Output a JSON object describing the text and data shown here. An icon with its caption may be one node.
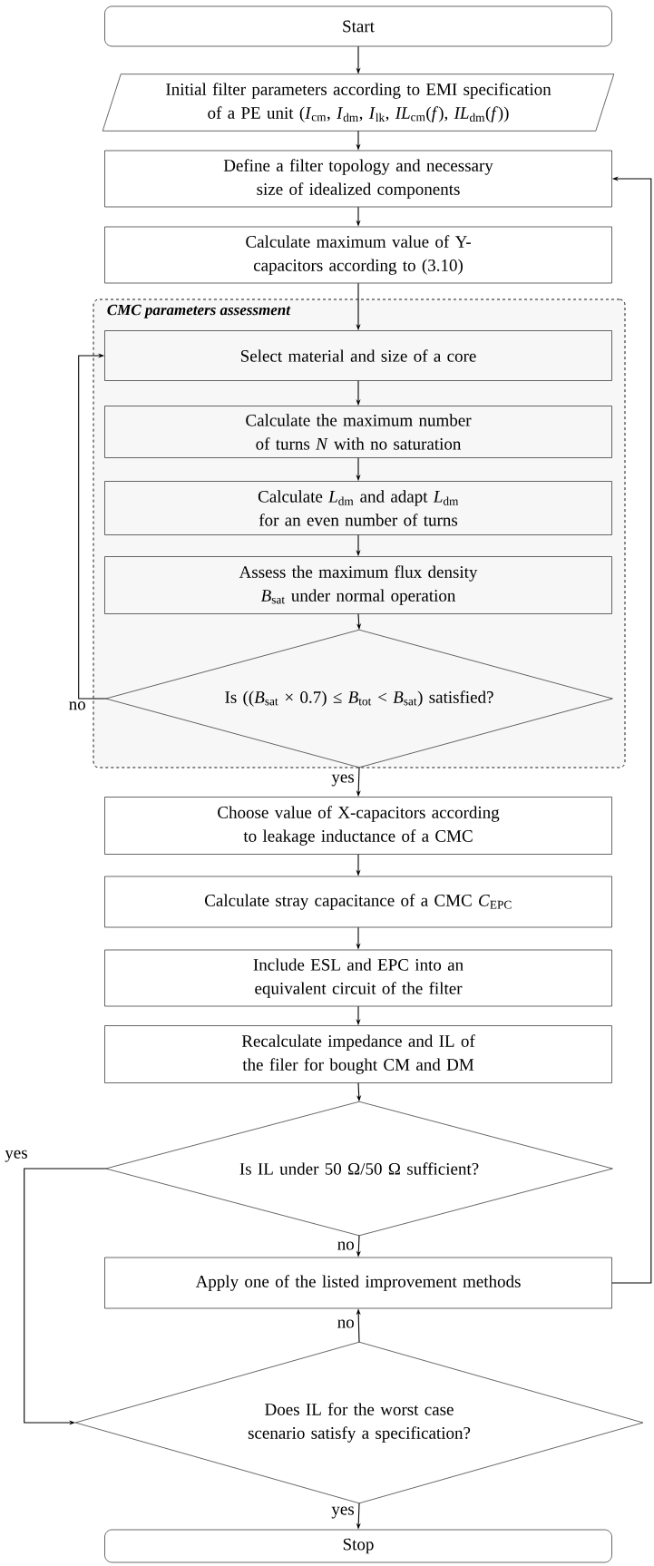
{
  "diagram": {
    "nodes": [
      {
        "text": [
          "Start"
        ]
      },
      {
        "text": [
          "Initial filter parameters according to EMI specification of a PE unit (*I*$_{cm}$, *I*$_{dm}$, *I*$_{lk}$, *IL*$_{cm}$(*f*), *IL*$_{dm}$(*f*))"
        ]
      },
      {
        "text": [
          "Define a filter topology and necessary size of idealized components"
        ]
      },
      {
        "text": [
          "Calculate maximum value of Y-capacitors according to (3.10)"
        ]
      },
      {
        "text": [
          "CMC parameters assessment"
        ]
      },
      {
        "text": [
          "Select material and size of a core"
        ],
        "in": 4
      },
      {
        "text": [
          "Calculate the maximum number of turns *N* with no saturation"
        ],
        "in": 4
      },
      {
        "text": [
          "Calculate *L*$_{dm}$ and adapt *L*$_{dm}$ for an even number of turns"
        ],
        "in": 4
      },
      {
        "text": [
          "Assess the maximum flux density *B*$_{sat}$ under normal operation"
        ],
        "in": 4
      },
      {
        "text": [
          "Is ((*B*$_{sat}$ × 0.7) ≤ *B*$_{tot}$ < *B*$_{sat}$) satisfied?"
        ],
        "in": 4
      },
      {
        "text": [
          "Choose value of X-capacitors according to leakage inductance of a CMC"
        ]
      },
      {
        "text": [
          "Calculate stray capacitance of a CMC *C*$_{EPC}$"
        ]
      },
      {
        "text": [
          "Include ESL and EPC into an equivalent circuit of the filter"
        ]
      },
      {
        "text": [
          "Recalculate impedance and IL of the filer for bought CM and DM"
        ]
      },
      {
        "text": [
          "Is IL under 50 Ω/50 Ω sufficient?"
        ]
      },
      {
        "text": [
          "Apply one of the listed improvement methods"
        ]
      },
      {
        "text": [
          "Does IL for the worst case scenario satisfy a specification?"
        ]
      },
      {
        "text": [
          "Stop"
        ]
      }
    ],
    "edges": [
      {
        "from": 0,
        "to": 1,
        "arrow": "to"
      },
      {
        "from": 1,
        "to": 2,
        "arrow": "to"
      },
      {
        "from": 2,
        "to": 3,
        "arrow": "to"
      },
      {
        "from": 3,
        "to": 5,
        "arrow": "to"
      },
      {
        "from": 5,
        "to": 6,
        "arrow": "to"
      },
      {
        "from": 6,
        "to": 7,
        "arrow": "to"
      },
      {
        "from": 7,
        "to": 8,
        "arrow": "to"
      },
      {
        "from": 8,
        "to": 9,
        "arrow": "to"
      },
      {
        "from": 9,
        "to": 5,
        "arrow": "to",
        "label": "no"
      },
      {
        "from": 9,
        "to": 10,
        "arrow": "to",
        "label": "yes"
      },
      {
        "from": 10,
        "to": 11,
        "arrow": "to"
      },
      {
        "from": 11,
        "to": 12,
        "arrow": "to"
      },
      {
        "from": 12,
        "to": 13,
        "arrow": "to"
      },
      {
        "from": 13,
        "to": 14,
        "arrow": "to"
      },
      {
        "from": 14,
        "to": 15,
        "arrow": "to",
        "label": "no"
      },
      {
        "from": 14,
        "to": 16,
        "arrow": "to",
        "label": "yes"
      },
      {
        "from": 16,
        "to": 15,
        "arrow": "to",
        "label": "no"
      },
      {
        "from": 16,
        "to": 17,
        "arrow": "to",
        "label": "yes"
      },
      {
        "from": 15,
        "to": 2,
        "arrow": "to"
      }
    ]
  }
}
